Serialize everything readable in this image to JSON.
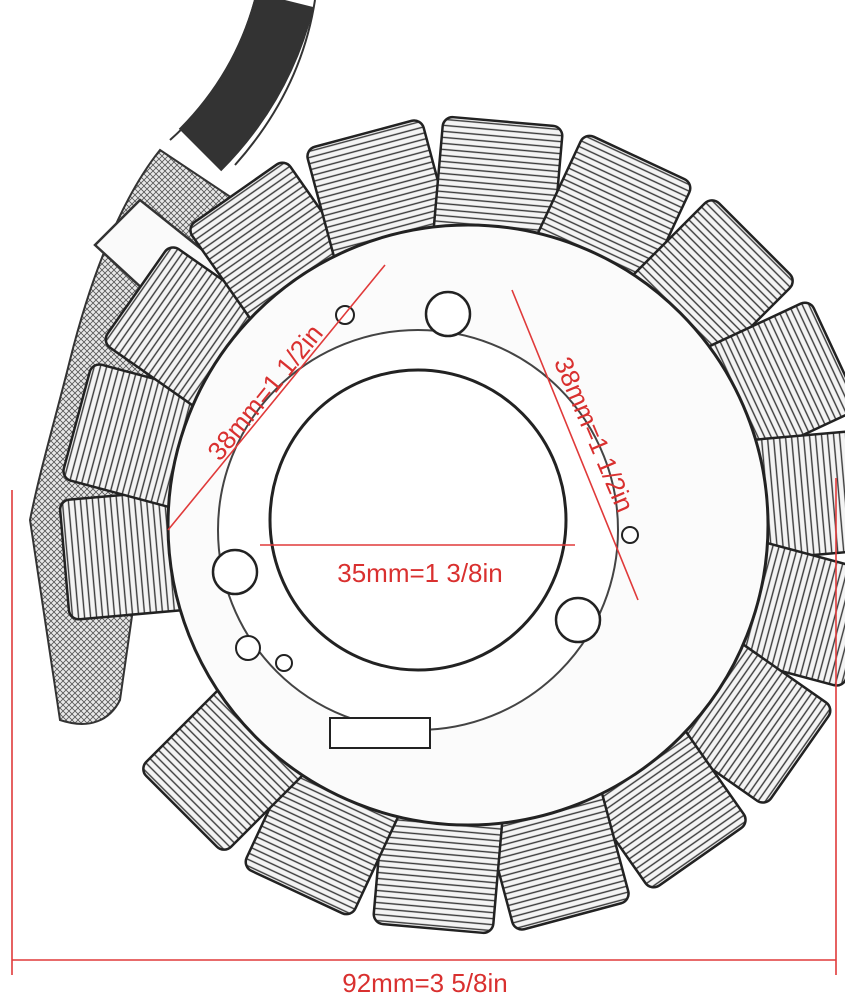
{
  "diagram": {
    "dimensions": {
      "top_left": "38mm=1 1/2in",
      "top_right": "38mm=1 1/2in",
      "inner_diameter": "35mm=1 3/8in",
      "outer_diameter": "92mm=3 5/8in"
    },
    "colors": {
      "dimension": "#e03a3a",
      "sketch": "#333333",
      "background": "#ffffff"
    }
  }
}
